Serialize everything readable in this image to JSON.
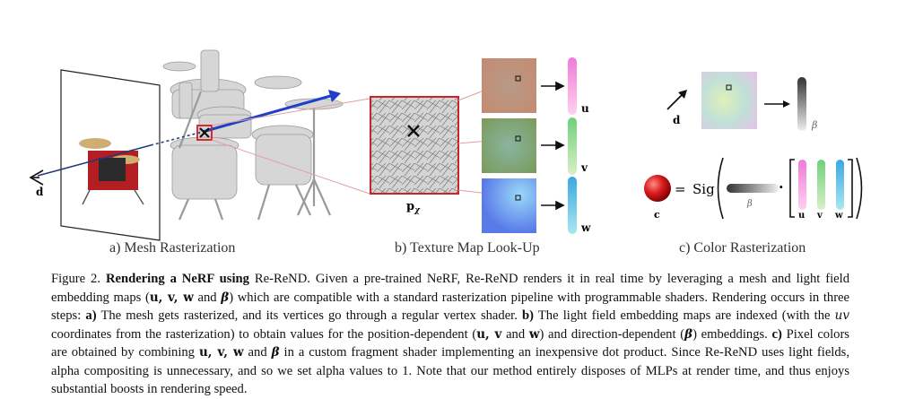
{
  "figure": {
    "panel_labels": {
      "a": "a) Mesh Rasterization",
      "b": "b) Texture Map Look-Up",
      "c": "c) Color Rasterization"
    },
    "symbols": {
      "d": "d",
      "p": "p",
      "p_sub": "χ",
      "u": "u",
      "v": "v",
      "w": "w",
      "beta": "β",
      "c": "c",
      "equals": "=",
      "sig": "Sig",
      "dot": "·"
    }
  },
  "caption": {
    "figure_label": "Figure 2.",
    "title_bold": "Rendering a NeRF using",
    "title_rest": "Re-ReND.",
    "s1": "Given a pre-trained NeRF, Re-ReND renders it in real time by leveraging a mesh and light field embedding maps (",
    "s1_sym": "u, v, w",
    "s1_and": " and ",
    "s1_beta": "β",
    "s1_end": ") which are compatible with a standard rasterization pipeline with programmable shaders. Rendering occurs in three steps:",
    "a_label": "a)",
    "a_text": "The mesh gets rasterized, and its vertices go through a regular vertex shader.",
    "b_label": "b)",
    "b_text1": "The light field embedding maps are indexed (with the",
    "b_uv": "uv",
    "b_text2": "coordinates from the rasterization) to obtain values for the position-dependent (",
    "b_uv2": "u, v",
    "b_and": " and ",
    "b_w": "w",
    "b_text3": ") and direction-dependent (",
    "b_beta": "β",
    "b_text4": ") embeddings.",
    "c_label": "c)",
    "c_text1": "Pixel colors are obtained by combining",
    "c_uvw": "u, v, w",
    "c_and": " and ",
    "c_beta": "β",
    "c_text2": "in a custom fragment shader implementing an inexpensive dot product. Since Re-ReND uses light fields, alpha compositing is unnecessary, and so we set alpha values to 1. Note that our method entirely disposes of MLPs at render time, and thus enjoys substantial boosts in rendering speed."
  }
}
